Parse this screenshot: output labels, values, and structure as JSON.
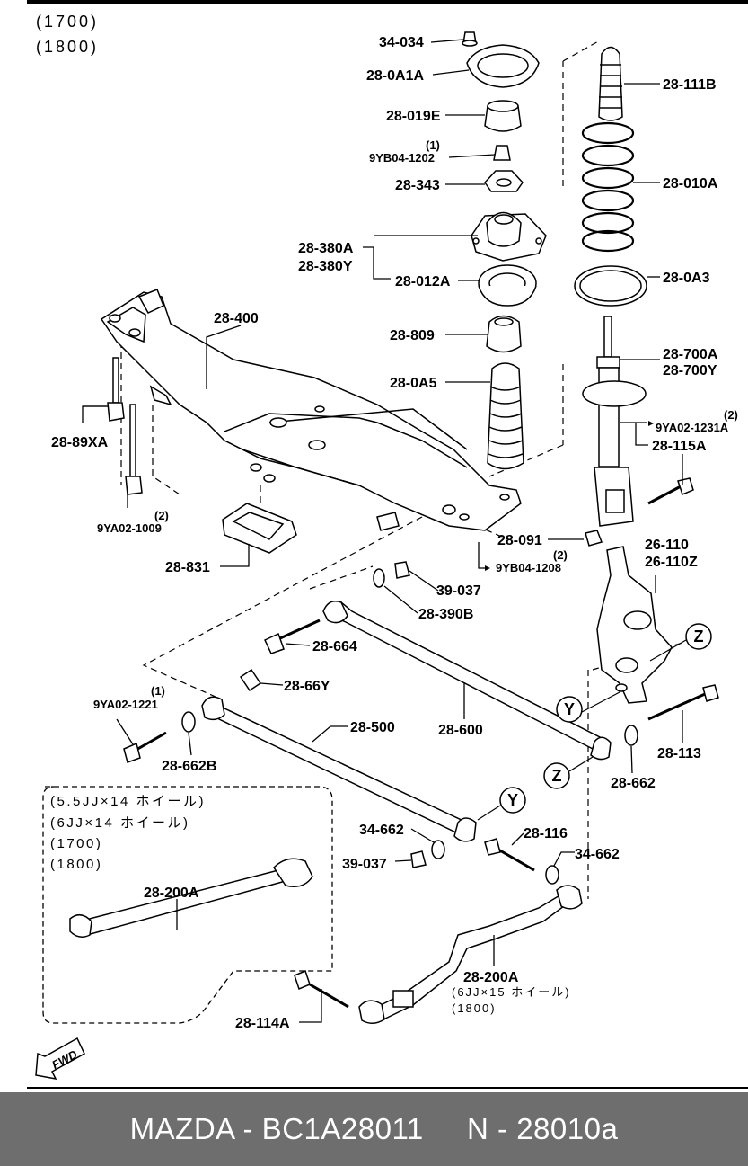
{
  "header_notes": [
    "(1700)",
    "(1800)"
  ],
  "inset_notes": [
    "(5.5JJ×14 ホイール)",
    "(6JJ×14 ホイール)",
    "(1700)",
    "(1800)"
  ],
  "fwd_label": "FWD",
  "callouts": {
    "c34034": "34-034",
    "c280A1A": "28-0A1A",
    "c28111B": "28-111B",
    "c28019E": "28-019E",
    "q1a": "(1)",
    "c9YB041202": "9YB04-1202",
    "c28343": "28-343",
    "c28010A": "28-010A",
    "c28380A": "28-380A",
    "c28380Y": "28-380Y",
    "c28012A": "28-012A",
    "c280A3": "28-0A3",
    "c28400": "28-400",
    "c28809": "28-809",
    "c28700A": "28-700A",
    "c28700Y": "28-700Y",
    "c280A5": "28-0A5",
    "q2a": "(2)",
    "c9YA021231A": "9YA02-1231A",
    "c28115A": "28-115A",
    "c2889XA": "28-89XA",
    "q2b": "(2)",
    "c9YA021009": "9YA02-1009",
    "c28091": "28-091",
    "q2c": "(2)",
    "c9YB041208": "9YB04-1208",
    "c26110": "26-110",
    "c26110Z": "26-110Z",
    "c28831": "28-831",
    "c39037a": "39-037",
    "c28390B": "28-390B",
    "c28664": "28-664",
    "zA": "Z",
    "c2866Y": "28-66Y",
    "q1b": "(1)",
    "c9YA021221": "9YA02-1221",
    "yA": "Y",
    "c28500": "28-500",
    "c28600": "28-600",
    "c28113": "28-113",
    "c28662B": "28-662B",
    "zB": "Z",
    "c28662": "28-662",
    "yB": "Y",
    "c34662a": "34-662",
    "c28116": "28-116",
    "c39037b": "39-037",
    "c34662b": "34-662",
    "c28200Ainset": "28-200A",
    "c28200A": "28-200A",
    "c6JJ15": "(6JJ×15 ホイール)",
    "c1800": "(1800)",
    "c28114A": "28-114A"
  },
  "footer": {
    "text": "MAZDA - BC1A28011     N - 28010a"
  }
}
